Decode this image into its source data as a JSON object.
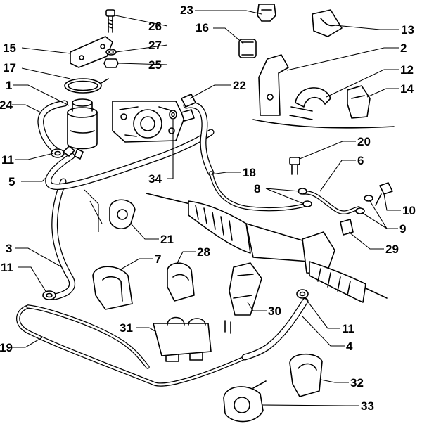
{
  "callouts": [
    {
      "n": "23"
    },
    {
      "n": "26"
    },
    {
      "n": "16"
    },
    {
      "n": "13"
    },
    {
      "n": "15"
    },
    {
      "n": "27"
    },
    {
      "n": "17"
    },
    {
      "n": "25"
    },
    {
      "n": "2"
    },
    {
      "n": "1"
    },
    {
      "n": "22"
    },
    {
      "n": "12"
    },
    {
      "n": "14"
    },
    {
      "n": "24"
    },
    {
      "n": "20"
    },
    {
      "n": "11"
    },
    {
      "n": "6"
    },
    {
      "n": "5"
    },
    {
      "n": "34"
    },
    {
      "n": "18"
    },
    {
      "n": "8"
    },
    {
      "n": "10"
    },
    {
      "n": "9"
    },
    {
      "n": "21"
    },
    {
      "n": "29"
    },
    {
      "n": "3"
    },
    {
      "n": "7"
    },
    {
      "n": "28"
    },
    {
      "n": "11"
    },
    {
      "n": "30"
    },
    {
      "n": "31"
    },
    {
      "n": "11"
    },
    {
      "n": "19"
    },
    {
      "n": "4"
    },
    {
      "n": "32"
    },
    {
      "n": "33"
    }
  ]
}
